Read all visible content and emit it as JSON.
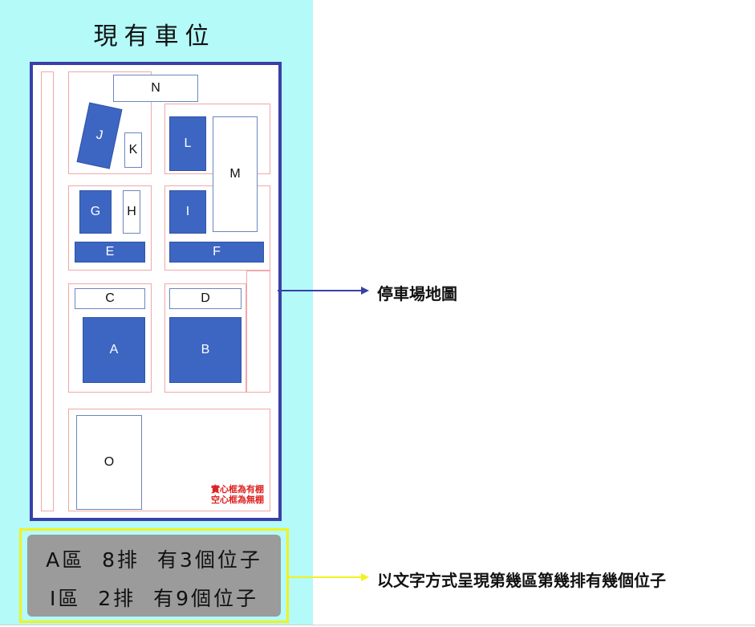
{
  "panel": {
    "title": "現有車位"
  },
  "map": {
    "zones": {
      "N": "N",
      "J": "J",
      "K": "K",
      "L": "L",
      "M": "M",
      "G": "G",
      "H": "H",
      "I": "I",
      "E": "E",
      "F": "F",
      "C": "C",
      "D": "D",
      "A": "A",
      "B": "B",
      "O": "O"
    },
    "legend": {
      "line1": "實心框為有棚",
      "line2": "空心框為無棚"
    }
  },
  "availability": {
    "line1": "A區  8排  有3個位子",
    "line2": "I區  2排  有9個位子"
  },
  "callouts": {
    "map": "停車場地圖",
    "text": "以文字方式呈現第幾區第幾排有幾個位子"
  },
  "colors": {
    "panel_bg": "#b3faf8",
    "map_border": "#3a3fa8",
    "covered_zone": "#3d66c2",
    "text_border": "#f2f21f",
    "text_bg": "#9b9b9b"
  }
}
